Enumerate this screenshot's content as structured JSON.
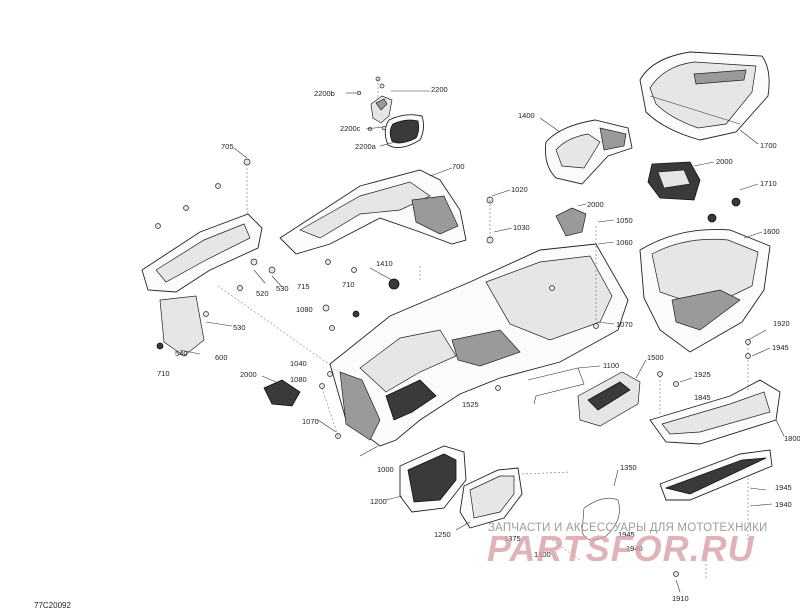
{
  "diagram": {
    "id_label": "77C20092",
    "callouts": [
      {
        "id": "c2200b",
        "text": "2200b"
      },
      {
        "id": "c2200",
        "text": "2200"
      },
      {
        "id": "c2200c",
        "text": "2200c"
      },
      {
        "id": "c2200a",
        "text": "2200a"
      },
      {
        "id": "c1400",
        "text": "1400"
      },
      {
        "id": "c1700",
        "text": "1700"
      },
      {
        "id": "c705",
        "text": "705"
      },
      {
        "id": "c700",
        "text": "700"
      },
      {
        "id": "c2000a",
        "text": "2000"
      },
      {
        "id": "c1710",
        "text": "1710"
      },
      {
        "id": "c1020",
        "text": "1020"
      },
      {
        "id": "c2000b",
        "text": "2000"
      },
      {
        "id": "c1030",
        "text": "1030"
      },
      {
        "id": "c1050",
        "text": "1050"
      },
      {
        "id": "c1060a",
        "text": "1060"
      },
      {
        "id": "c1600",
        "text": "1600"
      },
      {
        "id": "c1410",
        "text": "1410"
      },
      {
        "id": "c520",
        "text": "520"
      },
      {
        "id": "c530a",
        "text": "530"
      },
      {
        "id": "c715",
        "text": "715"
      },
      {
        "id": "c710a",
        "text": "710"
      },
      {
        "id": "c1080a",
        "text": "1080"
      },
      {
        "id": "c530b",
        "text": "530"
      },
      {
        "id": "c1070a",
        "text": "1070"
      },
      {
        "id": "c1920",
        "text": "1920"
      },
      {
        "id": "c540",
        "text": "540"
      },
      {
        "id": "c600",
        "text": "600"
      },
      {
        "id": "c1945a",
        "text": "1945"
      },
      {
        "id": "c1040",
        "text": "1040"
      },
      {
        "id": "c1100",
        "text": "1100"
      },
      {
        "id": "c1500",
        "text": "1500"
      },
      {
        "id": "c710b",
        "text": "710"
      },
      {
        "id": "c2000c",
        "text": "2000"
      },
      {
        "id": "c1080b",
        "text": "1080"
      },
      {
        "id": "c1925",
        "text": "1925"
      },
      {
        "id": "c1845",
        "text": "1845"
      },
      {
        "id": "c1525",
        "text": "1525"
      },
      {
        "id": "c1070b",
        "text": "1070"
      },
      {
        "id": "c1800",
        "text": "1800"
      },
      {
        "id": "c1000",
        "text": "1000"
      },
      {
        "id": "c1350",
        "text": "1350"
      },
      {
        "id": "c1200",
        "text": "1200"
      },
      {
        "id": "c1945b",
        "text": "1945"
      },
      {
        "id": "c1940a",
        "text": "1940"
      },
      {
        "id": "c1250",
        "text": "1250"
      },
      {
        "id": "c1375",
        "text": "1375"
      },
      {
        "id": "c1945c",
        "text": "1945"
      },
      {
        "id": "c1300",
        "text": "1300"
      },
      {
        "id": "c1940b",
        "text": "1940"
      },
      {
        "id": "c1910",
        "text": "1910"
      }
    ]
  },
  "watermark": {
    "tagline": "ЗАПЧАСТИ И АКСЕССУАРЫ ДЛЯ МОТОТЕХНИКИ",
    "logo_text": "PARTSFOR.RU"
  }
}
